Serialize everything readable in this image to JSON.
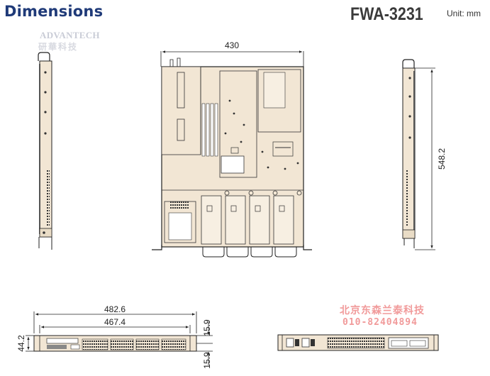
{
  "header": {
    "title": "Dimensions",
    "model": "FWA-3231",
    "unit": "Unit: mm"
  },
  "logo": {
    "brand": "ADVANTECH",
    "brand_cn": "研華科技"
  },
  "watermark": {
    "company": "北京东森兰泰科技",
    "phone": "010-82404894"
  },
  "dimensions": {
    "top_width": "430",
    "side_depth": "548.2",
    "front_overall_width": "482.6",
    "front_body_width": "467.4",
    "front_height": "44.2",
    "front_right_top": "15.9",
    "front_right_bottom": "15.9"
  },
  "colors": {
    "panel": "#f2e6d4",
    "line": "#222222",
    "title": "#1f3a78",
    "watermark": "#f19a9a"
  }
}
